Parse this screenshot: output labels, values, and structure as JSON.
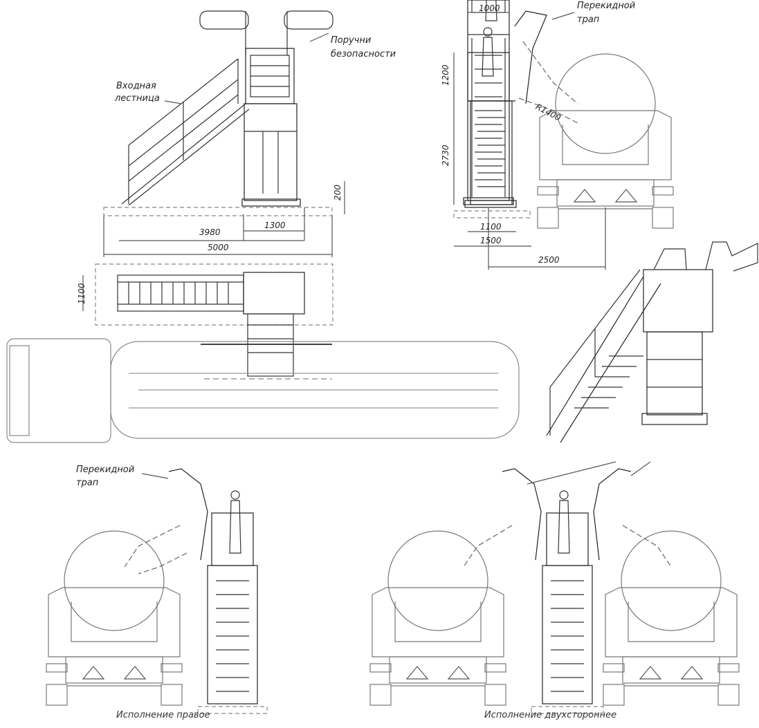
{
  "labels": {
    "entrance_ladder_line1": "Входная",
    "entrance_ladder_line2": "лестница",
    "handrails_line1": "Поручни",
    "handrails_line2": "безопасности",
    "gangway_top_line1": "Перекидной",
    "gangway_top_line2": "трап",
    "gangway_bottom_line1": "Перекидной",
    "gangway_bottom_line2": "трап"
  },
  "dimensions": {
    "d3980": "3980",
    "d1300": "1300",
    "d5000": "5000",
    "d200": "200",
    "d1100_plan": "1100",
    "d1000": "1000",
    "d1200": "1200",
    "d2730": "2730",
    "dR1400": "R1400",
    "d1100_front": "1100",
    "d1500": "1500",
    "d2500": "2500"
  },
  "captions": {
    "right_version": "Исполнение правое",
    "double_version": "Исполнение двухстороннее"
  }
}
